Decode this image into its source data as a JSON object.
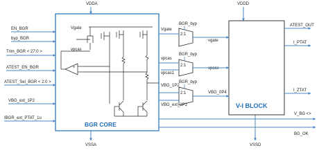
{
  "supplies": {
    "vdda": "VDDA",
    "vddd": "VDDD",
    "vssa": "VSSA",
    "vssd": "VSSD"
  },
  "inputs": {
    "en_bgr": "EN_BGR",
    "byp_bgr": "byp_BGR",
    "trim_bgr": "Trim_BGR < 27:0 >",
    "atest_en_bgr": "ATEST_EN_BGR",
    "atest_sel_bgr": "ATEST_Sel_BGR < 2:0 >",
    "vbg_ext_1p2": "VBG_ext_1P2",
    "ibgr_ext_ptat": "IBGR_ext_PTAT_1u"
  },
  "bgr_core": {
    "title": "BGR CORE",
    "vgate": "Vgate",
    "vpcas": "vpcas",
    "amp_plus": "+",
    "amp_minus": "-"
  },
  "muxes": [
    {
      "ratio": "2:1",
      "sel": "BGR_byp",
      "in_top": "Vgate",
      "in_bot": "",
      "out": "vgate"
    },
    {
      "ratio": "2:1",
      "sel": "BGR_byp",
      "in_top": "vpcas",
      "in_bot": "vpcas1",
      "out": "vpcas"
    },
    {
      "ratio": "2:1",
      "sel": "BGR_byp",
      "in_top": "VBG_1P2",
      "in_bot": "VBG_ext_1P2",
      "out": "VBG_0P4"
    }
  ],
  "vi_block": {
    "title": "V-I BLOCK"
  },
  "outputs": {
    "atest_out": "ATEST_OUT",
    "i_ptat": "I_PTAT",
    "i_ztat": "I_ZTAT",
    "v_bg": "V_BG <>",
    "bg_ok": "BG_OK"
  },
  "colors": {
    "line": "#4a86c5",
    "block": "#1f6fb8",
    "text": "#222222"
  }
}
